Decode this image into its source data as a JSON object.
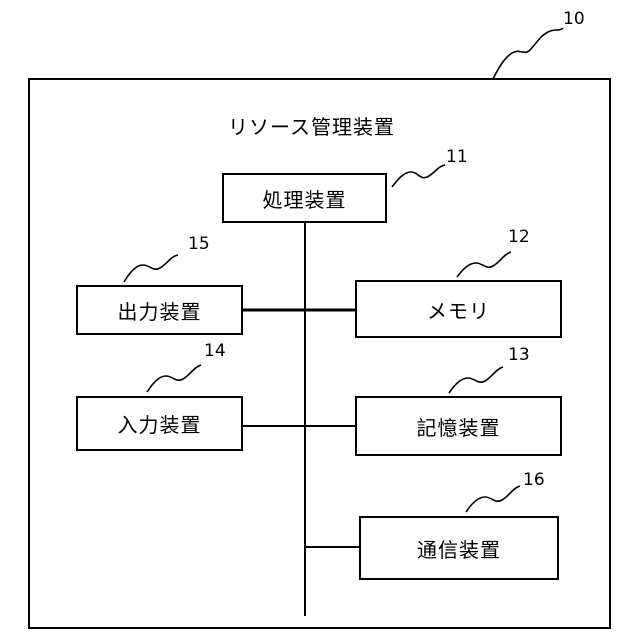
{
  "device": {
    "ref": "10",
    "title": "リソース管理装置"
  },
  "components": {
    "processor": {
      "ref": "11",
      "label": "処理装置"
    },
    "memory": {
      "ref": "12",
      "label": "メモリ"
    },
    "storage": {
      "ref": "13",
      "label": "記憶装置"
    },
    "input": {
      "ref": "14",
      "label": "入力装置"
    },
    "output": {
      "ref": "15",
      "label": "出力装置"
    },
    "comm": {
      "ref": "16",
      "label": "通信装置"
    }
  }
}
